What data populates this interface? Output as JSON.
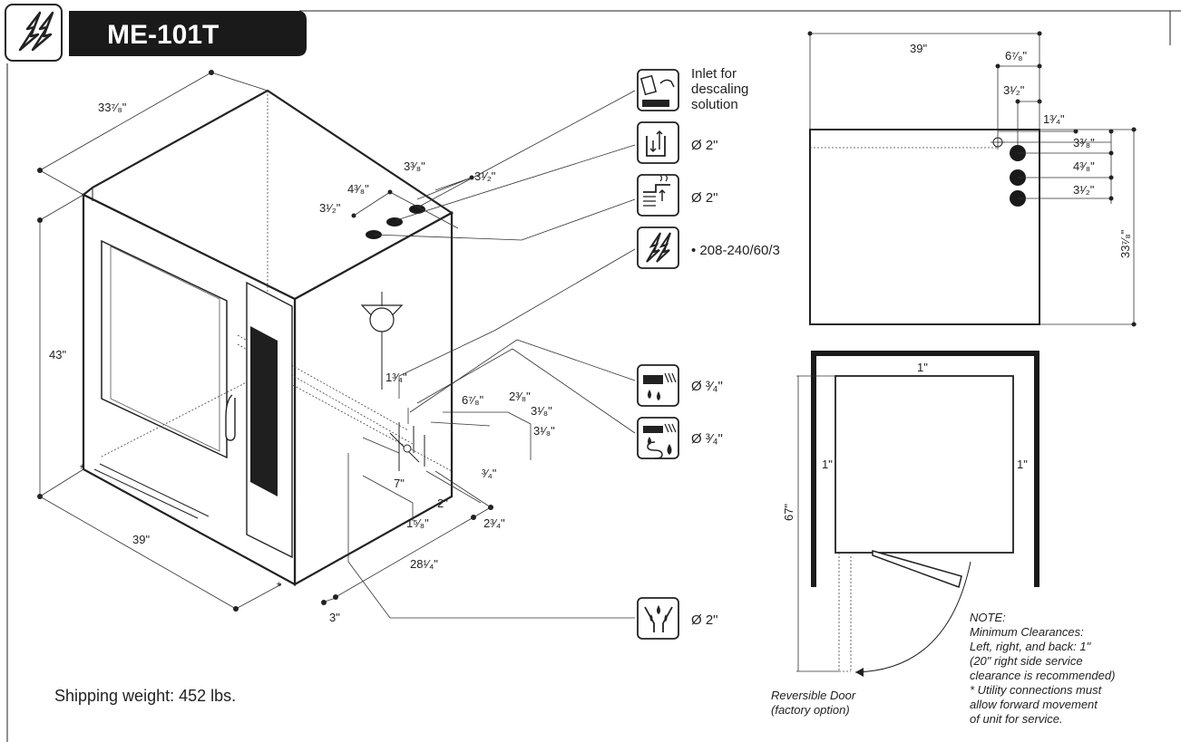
{
  "header": {
    "model": "ME-101T",
    "logo_icon": "lightning-bolt-icon"
  },
  "shipping_weight": "Shipping weight: 452 lbs.",
  "iso_dims": {
    "depth": "33⁷⁄₈\"",
    "height": "43\"",
    "width": "39\"",
    "front_offset": "3\"",
    "top_a": "3³⁄₈\"",
    "top_b": "4³⁄₈\"",
    "top_c": "3¹⁄₂\"",
    "top_d": "3¹⁄₂\"",
    "base_a": "1³⁄₄\"",
    "base_b": "6⁷⁄₈\"",
    "base_c": "2³⁄₈\"",
    "base_d": "3¹⁄₈\"",
    "base_e": "3¹⁄₈\"",
    "base_f": "7\"",
    "base_g": "³⁄₄\"",
    "base_h": "2\"",
    "base_i": "1⁵⁄₈\"",
    "base_j": "2³⁄₄\"",
    "base_k": "28¹⁄₄\""
  },
  "connections": [
    {
      "icon": "descaling-inlet-icon",
      "label": "Inlet for descaling solution"
    },
    {
      "icon": "steam-vent-icon",
      "label": "Ø 2\""
    },
    {
      "icon": "exhaust-icon",
      "label": "Ø 2\""
    },
    {
      "icon": "electrical-icon",
      "label": "• 208-240/60/3"
    },
    {
      "icon": "water-inlet-icon",
      "label": "Ø ³⁄₄\""
    },
    {
      "icon": "softened-water-icon",
      "label": "Ø ³⁄₄\""
    },
    {
      "icon": "drain-icon",
      "label": "Ø 2\""
    }
  ],
  "top_view": {
    "width": "39\"",
    "a": "6⁷⁄₈\"",
    "b": "3¹⁄₂\"",
    "c": "1³⁄₄\"",
    "d": "3³⁄₈\"",
    "e": "4³⁄₈\"",
    "f": "3¹⁄₂\"",
    "depth": "33⁷⁄₈\""
  },
  "clearance_view": {
    "top": "1\"",
    "left": "1\"",
    "right": "1\"",
    "swing": "67\""
  },
  "door_note": [
    "Reversible Door",
    "(factory option)"
  ],
  "note": [
    "NOTE:",
    "Minimum Clearances:",
    "Left, right, and back: 1\"",
    "(20\" right side service",
    "clearance is recommended)",
    "* Utility connections must",
    "allow forward movement",
    "of unit for service."
  ]
}
